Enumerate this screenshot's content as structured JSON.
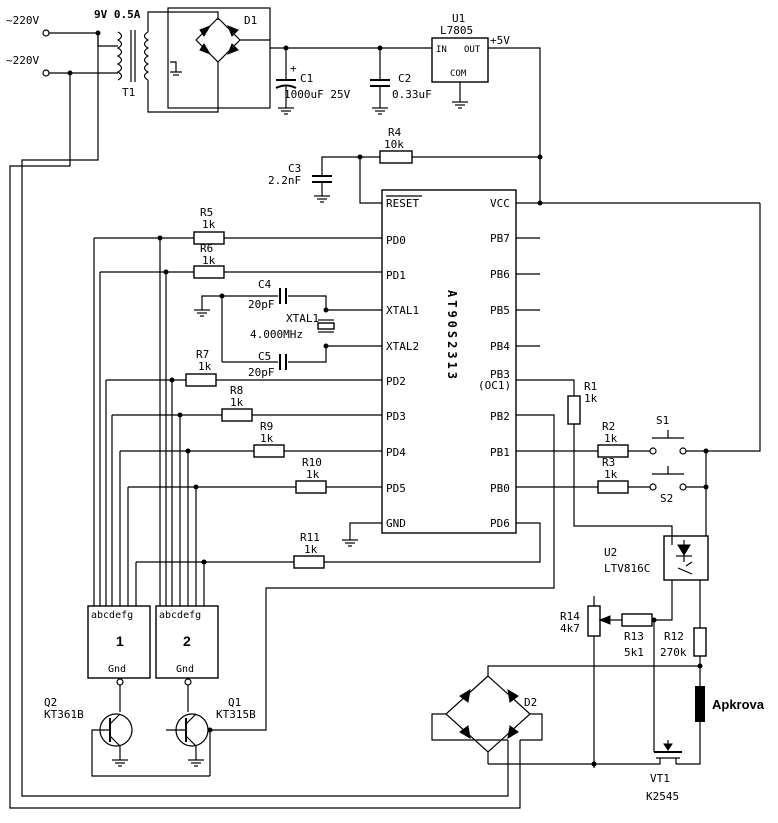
{
  "power": {
    "ac_in_1": "~220V",
    "ac_in_2": "~220V",
    "transformer_rating": "9V 0.5A",
    "transformer_ref": "T1",
    "bridge_ref": "D1",
    "c1_ref": "C1",
    "c1_value": "1000uF 25V",
    "c2_ref": "C2",
    "c2_value": "0.33uF",
    "reg_ref": "U1",
    "reg_part": "L7805",
    "reg_in": "IN",
    "reg_out": "OUT",
    "reg_com": "COM",
    "supply_label": "+5V"
  },
  "reset": {
    "r4_ref": "R4",
    "r4_value": "10k",
    "c3_ref": "C3",
    "c3_value": "2.2nF"
  },
  "mcu": {
    "part": "AT90S2313",
    "pins_left": [
      "RESET",
      "PD0",
      "PD1",
      "XTAL1",
      "XTAL2",
      "PD2",
      "PD3",
      "PD4",
      "PD5",
      "GND"
    ],
    "pins_right": [
      "VCC",
      "PB7",
      "PB6",
      "PB5",
      "PB4",
      "PB3",
      "(OC1)",
      "PB2",
      "PB1",
      "PB0",
      "PD6"
    ]
  },
  "crystal": {
    "c4_ref": "C4",
    "c4_value": "20pF",
    "c5_ref": "C5",
    "c5_value": "20pF",
    "xtal_ref": "XTAL1",
    "xtal_value": "4.000MHz"
  },
  "segment_resistors": [
    {
      "ref": "R5",
      "value": "1k"
    },
    {
      "ref": "R6",
      "value": "1k"
    },
    {
      "ref": "R7",
      "value": "1k"
    },
    {
      "ref": "R8",
      "value": "1k"
    },
    {
      "ref": "R9",
      "value": "1k"
    },
    {
      "ref": "R10",
      "value": "1k"
    },
    {
      "ref": "R11",
      "value": "1k"
    }
  ],
  "displays": [
    {
      "segments": "abcdefg",
      "number": "1",
      "gnd": "Gnd"
    },
    {
      "segments": "abcdefg",
      "number": "2",
      "gnd": "Gnd"
    }
  ],
  "transistors": {
    "q2_ref": "Q2",
    "q2_part": "KT361B",
    "q1_ref": "Q1",
    "q1_part": "KT315B"
  },
  "buttons": {
    "r2_ref": "R2",
    "r2_value": "1k",
    "r3_ref": "R3",
    "r3_value": "1k",
    "s1_ref": "S1",
    "s2_ref": "S2",
    "r1_ref": "R1",
    "r1_value": "1k"
  },
  "output": {
    "opto_ref": "U2",
    "opto_part": "LTV816C",
    "r14_ref": "R14",
    "r14_value": "4k7",
    "r13_ref": "R13",
    "r13_value": "5k1",
    "r12_ref": "R12",
    "r12_value": "270k",
    "load_label": "Apkrova",
    "bridge_ref": "D2",
    "mosfet_ref": "VT1",
    "mosfet_part": "K2545"
  }
}
